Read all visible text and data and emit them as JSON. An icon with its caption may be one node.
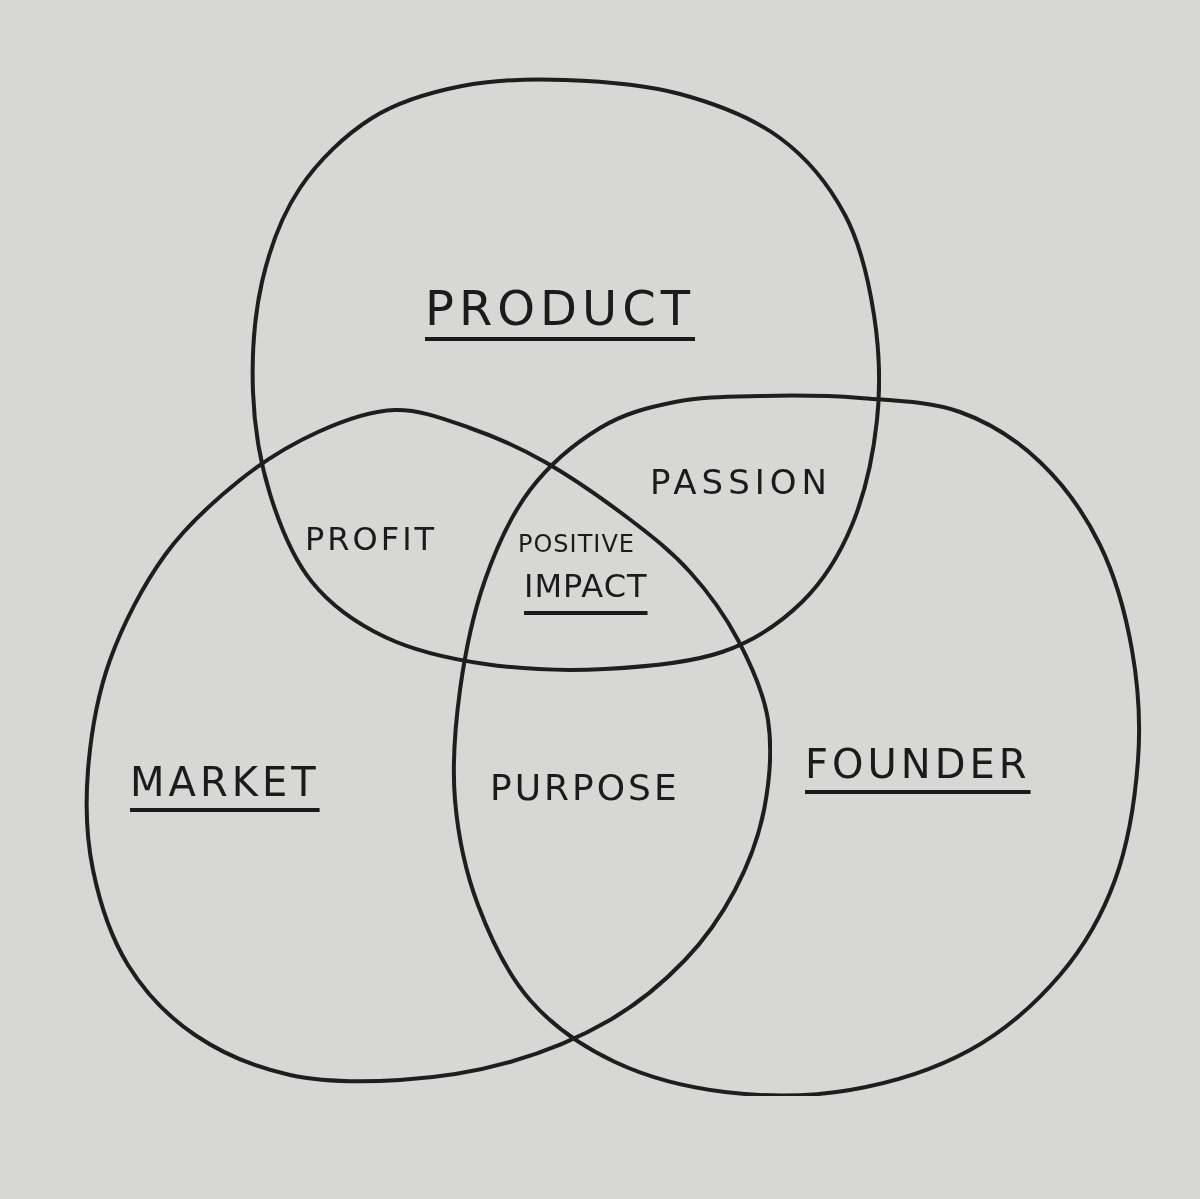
{
  "diagram": {
    "nodes": [
      {
        "text": [
          "PRODUCT"
        ]
      },
      {
        "text": [
          "MARKET"
        ]
      },
      {
        "text": [
          "FOUNDER"
        ]
      }
    ],
    "labels": [
      "PASSION",
      "PROFIT",
      "POSITIVE IMPACT",
      "PURPOSE"
    ]
  }
}
